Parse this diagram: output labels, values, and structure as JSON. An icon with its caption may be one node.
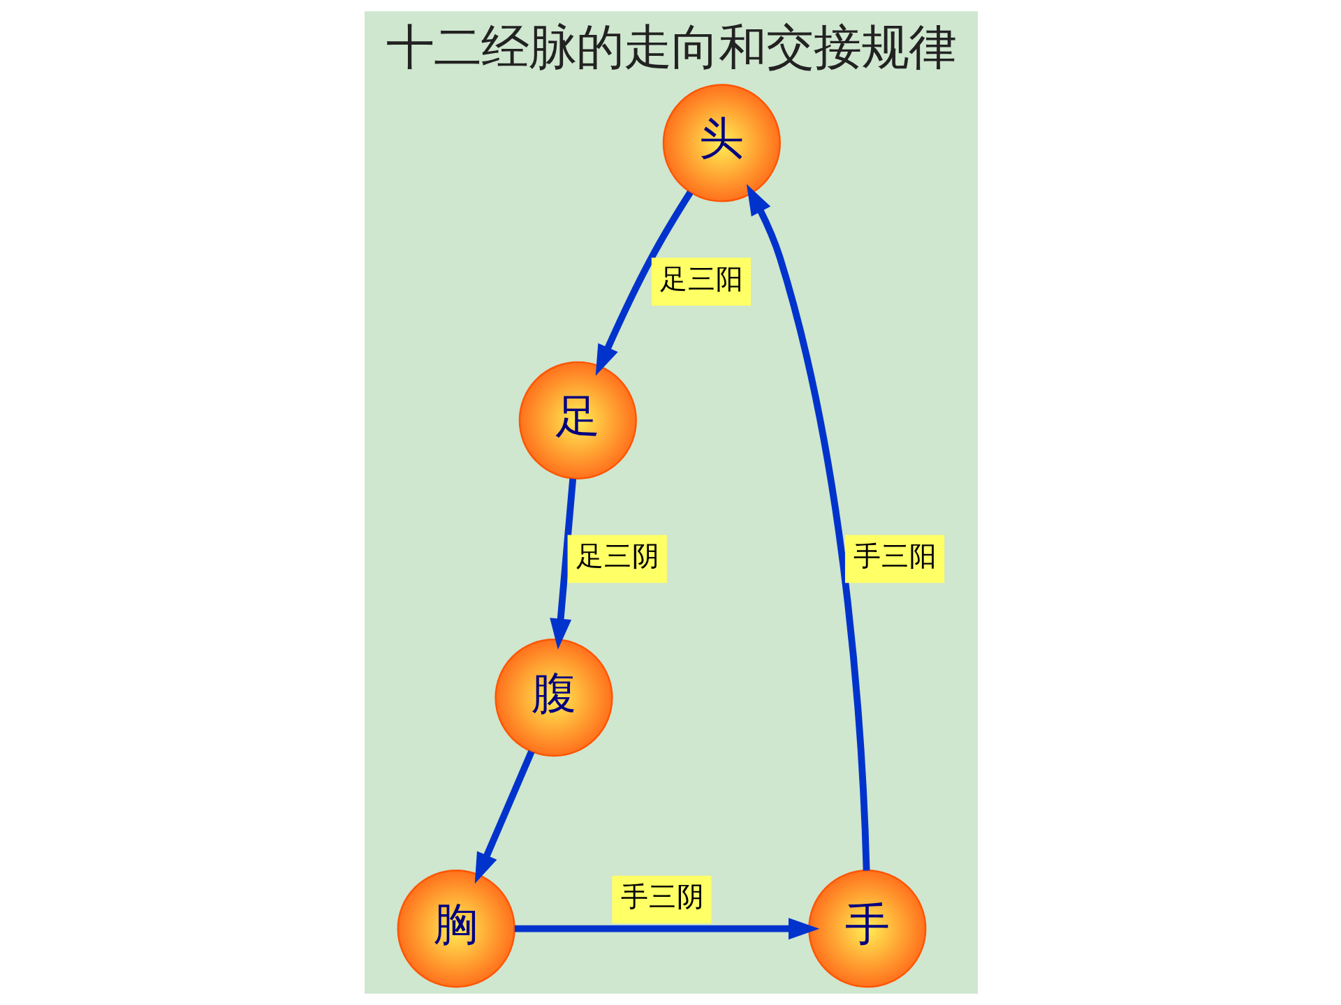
{
  "diagram": {
    "title": "十二经脉的走向和交接规律",
    "nodes": [
      {
        "text": [
          "头"
        ]
      },
      {
        "text": [
          "胸"
        ]
      },
      {
        "text": [
          "手"
        ]
      },
      {
        "text": [
          "腹"
        ]
      },
      {
        "text": [
          "足"
        ]
      }
    ],
    "edges": [
      {
        "from": 0,
        "to": 4,
        "arrow": "to",
        "label": "足三阳"
      },
      {
        "from": 2,
        "to": 0,
        "arrow": "to",
        "label": "手三阳"
      },
      {
        "from": 1,
        "to": 2,
        "arrow": "to",
        "label": "手三阴"
      },
      {
        "from": 4,
        "to": 3,
        "arrow": "to",
        "label": "足三阴"
      },
      {
        "from": 3,
        "to": 1,
        "arrow": "to"
      }
    ]
  }
}
